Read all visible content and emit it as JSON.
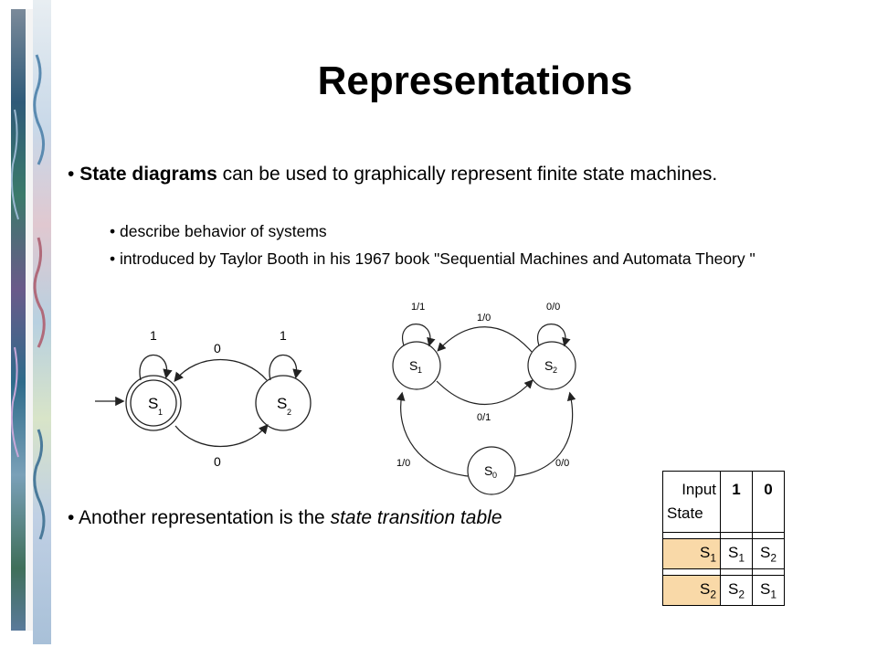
{
  "slide": {
    "title": "Representations",
    "bullets": {
      "state_diagrams": {
        "bold": "State diagrams",
        "rest": " can be used to graphically represent finite state machines."
      },
      "sub1": "describe behavior of systems",
      "sub2": "introduced by Taylor Booth in his 1967 book \"Sequential Machines and Automata Theory \"",
      "another": {
        "prefix": "Another representation is the ",
        "italic": "state transition table"
      }
    },
    "bullet_char": "•"
  },
  "diagram1": {
    "states": [
      "S1",
      "S2"
    ],
    "state_letters": [
      "S",
      "S"
    ],
    "state_subs": [
      "1",
      "2"
    ],
    "labels": {
      "self_s1": "1",
      "self_s2": "1",
      "s2_to_s1": "0",
      "s1_to_s2": "0"
    }
  },
  "diagram2": {
    "states": [
      "S1",
      "S2",
      "S0"
    ],
    "state_letters": [
      "S",
      "S",
      "S"
    ],
    "state_subs": [
      "1",
      "2",
      "0"
    ],
    "labels": {
      "self_s1": "1/1",
      "self_s2": "0/0",
      "s2_to_s1": "1/0",
      "s1_to_s2": "0/1",
      "s0_to_s1": "1/0",
      "s0_to_s2": "0/0"
    }
  },
  "table": {
    "header_input": "Input",
    "header_state": "State",
    "inputs": [
      "1",
      "0"
    ],
    "rows": [
      {
        "state_letter": "S",
        "state_sub": "1",
        "cells": [
          {
            "l": "S",
            "s": "1"
          },
          {
            "l": "S",
            "s": "2"
          }
        ]
      },
      {
        "state_letter": "S",
        "state_sub": "2",
        "cells": [
          {
            "l": "S",
            "s": "2"
          },
          {
            "l": "S",
            "s": "1"
          }
        ]
      }
    ],
    "state_fill": "#f9d9a8"
  }
}
